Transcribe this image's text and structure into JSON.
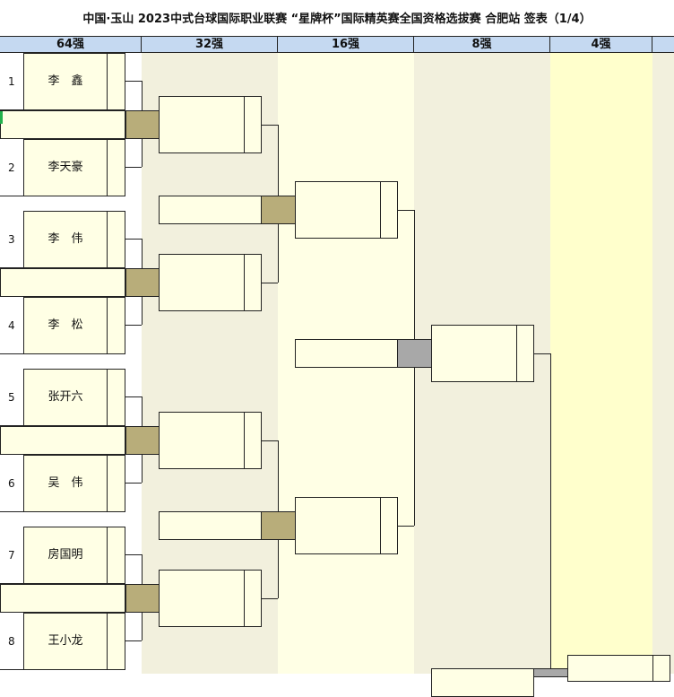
{
  "title": "中国·玉山 2023中式台球国际职业联赛 “星牌杯”国际精英赛全国资格选拔赛 合肥站  签表（1/4）",
  "rounds": [
    "64强",
    "32强",
    "16强",
    "8强",
    "4强"
  ],
  "players": [
    {
      "seed": "1",
      "name": "李　鑫"
    },
    {
      "seed": "2",
      "name": "李天豪"
    },
    {
      "seed": "3",
      "name": "李　伟"
    },
    {
      "seed": "4",
      "name": "李　松"
    },
    {
      "seed": "5",
      "name": "张开六"
    },
    {
      "seed": "6",
      "name": "吴　伟"
    },
    {
      "seed": "7",
      "name": "房国明"
    },
    {
      "seed": "8",
      "name": "王小龙"
    }
  ]
}
